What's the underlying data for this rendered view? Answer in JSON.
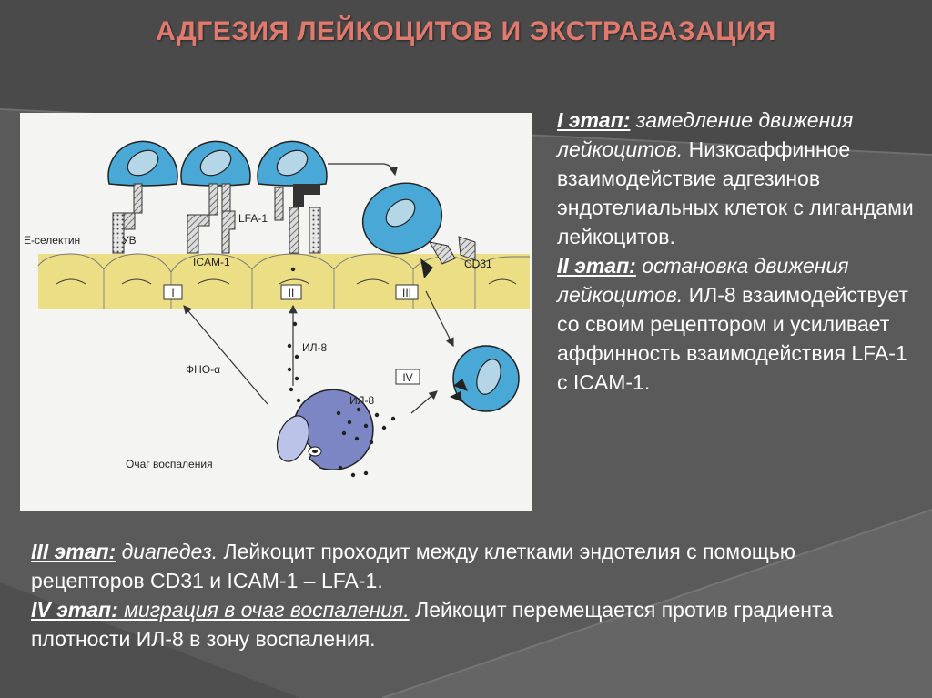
{
  "slide": {
    "title": "АДГЕЗИЯ ЛЕЙКОЦИТОВ И ЭКСТРАВАЗАЦИЯ"
  },
  "figure": {
    "labels": {
      "e_selectin": "Е-селектин",
      "uv": "УВ",
      "icam1": "ICAM-1",
      "lfa1": "LFA-1",
      "cd31": "CD31",
      "il8_a": "ИЛ-8",
      "il8_b": "ИЛ-8",
      "tnf": "ФНО-α",
      "focus": "Очаг воспаления"
    },
    "stages": [
      "I",
      "II",
      "III",
      "IV"
    ],
    "colors": {
      "leukocyte": "#4aa8d6",
      "endothelium": "#ecde84",
      "macrophage": "#7d86c4"
    }
  },
  "text": {
    "stage1": {
      "head": "I этап:",
      "italic": " замедление движения лейкоцитов.",
      "body": " Низкоаффинное взаимодействие адгезинов эндотелиальных клеток с лигандами лейкоцитов."
    },
    "stage2": {
      "head": "II этап:",
      "italic": " остановка движения лейкоцитов.",
      "body": " ИЛ-8 взаимодействует со своим рецептором и усиливает аффинность взаимодействия LFA-1 с ICAM-1."
    },
    "stage3": {
      "head": "III этап:",
      "italic": " диапедез.",
      "body": " Лейкоцит проходит между клетками эндотелия с помощью рецепторов CD31 и ICAM-1 – LFA-1."
    },
    "stage4": {
      "head": "IV этап:",
      "italic": " миграция в очаг воспаления.",
      "body": " Лейкоцит перемещается против градиента плотности ИЛ-8 в зону воспаления."
    }
  }
}
